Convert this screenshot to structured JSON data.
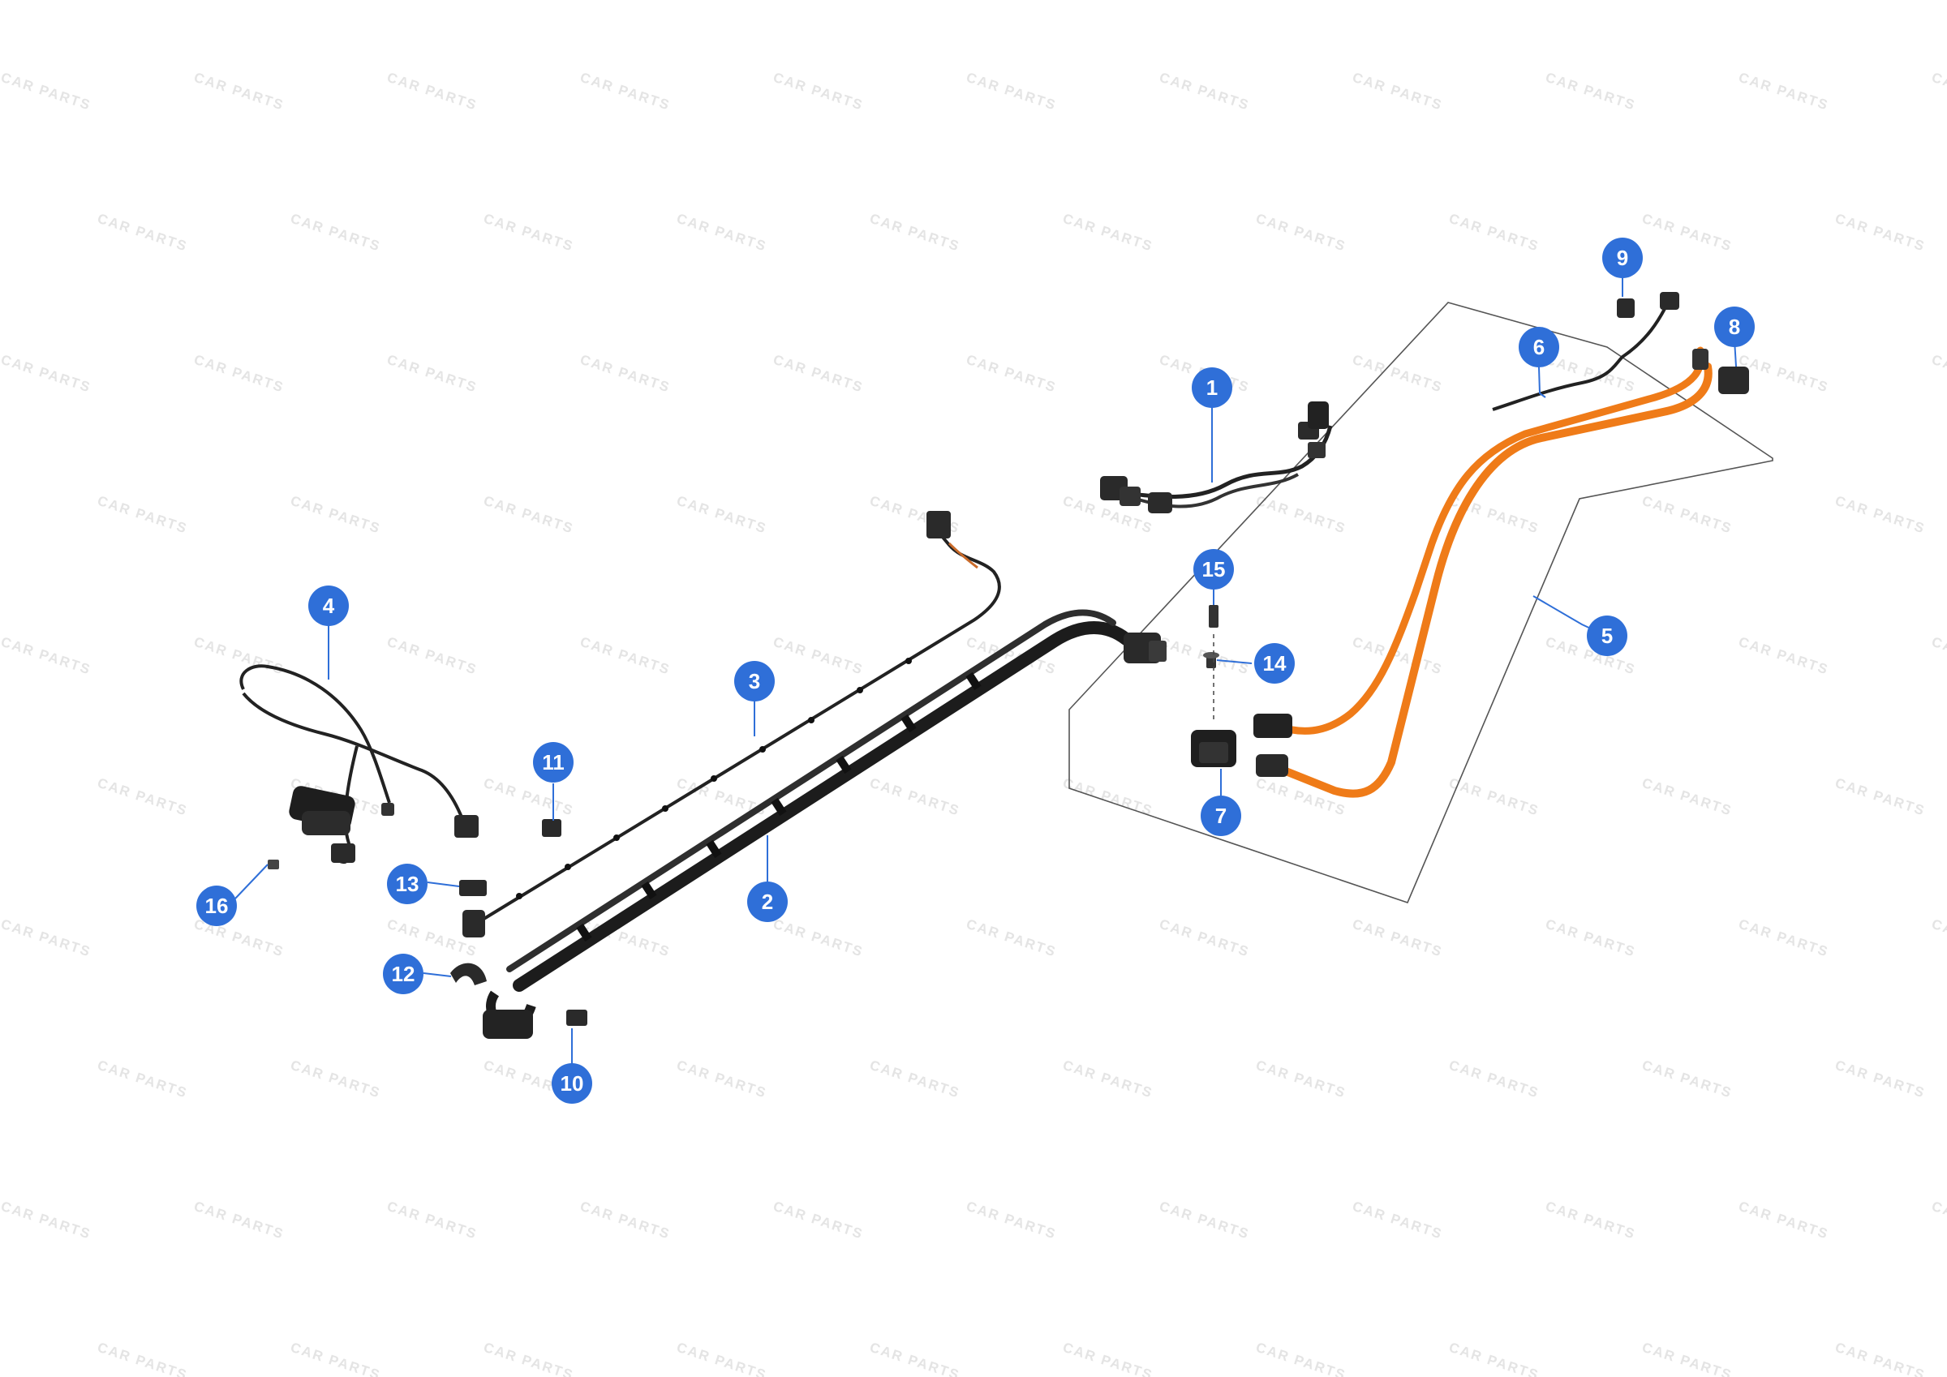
{
  "watermark": {
    "text": "CAR PARTS",
    "color": "#e4e4e4"
  },
  "callouts": [
    {
      "id": "1",
      "label": "1"
    },
    {
      "id": "2",
      "label": "2"
    },
    {
      "id": "3",
      "label": "3"
    },
    {
      "id": "4",
      "label": "4"
    },
    {
      "id": "5",
      "label": "5"
    },
    {
      "id": "6",
      "label": "6"
    },
    {
      "id": "7",
      "label": "7"
    },
    {
      "id": "8",
      "label": "8"
    },
    {
      "id": "9",
      "label": "9"
    },
    {
      "id": "10",
      "label": "10"
    },
    {
      "id": "11",
      "label": "11"
    },
    {
      "id": "12",
      "label": "12"
    },
    {
      "id": "13",
      "label": "13"
    },
    {
      "id": "14",
      "label": "14"
    },
    {
      "id": "15",
      "label": "15"
    },
    {
      "id": "16",
      "label": "16"
    }
  ],
  "colors": {
    "callout": "#2f6fd8",
    "orange_cable": "#f07d1e",
    "black_harness": "#222222"
  }
}
